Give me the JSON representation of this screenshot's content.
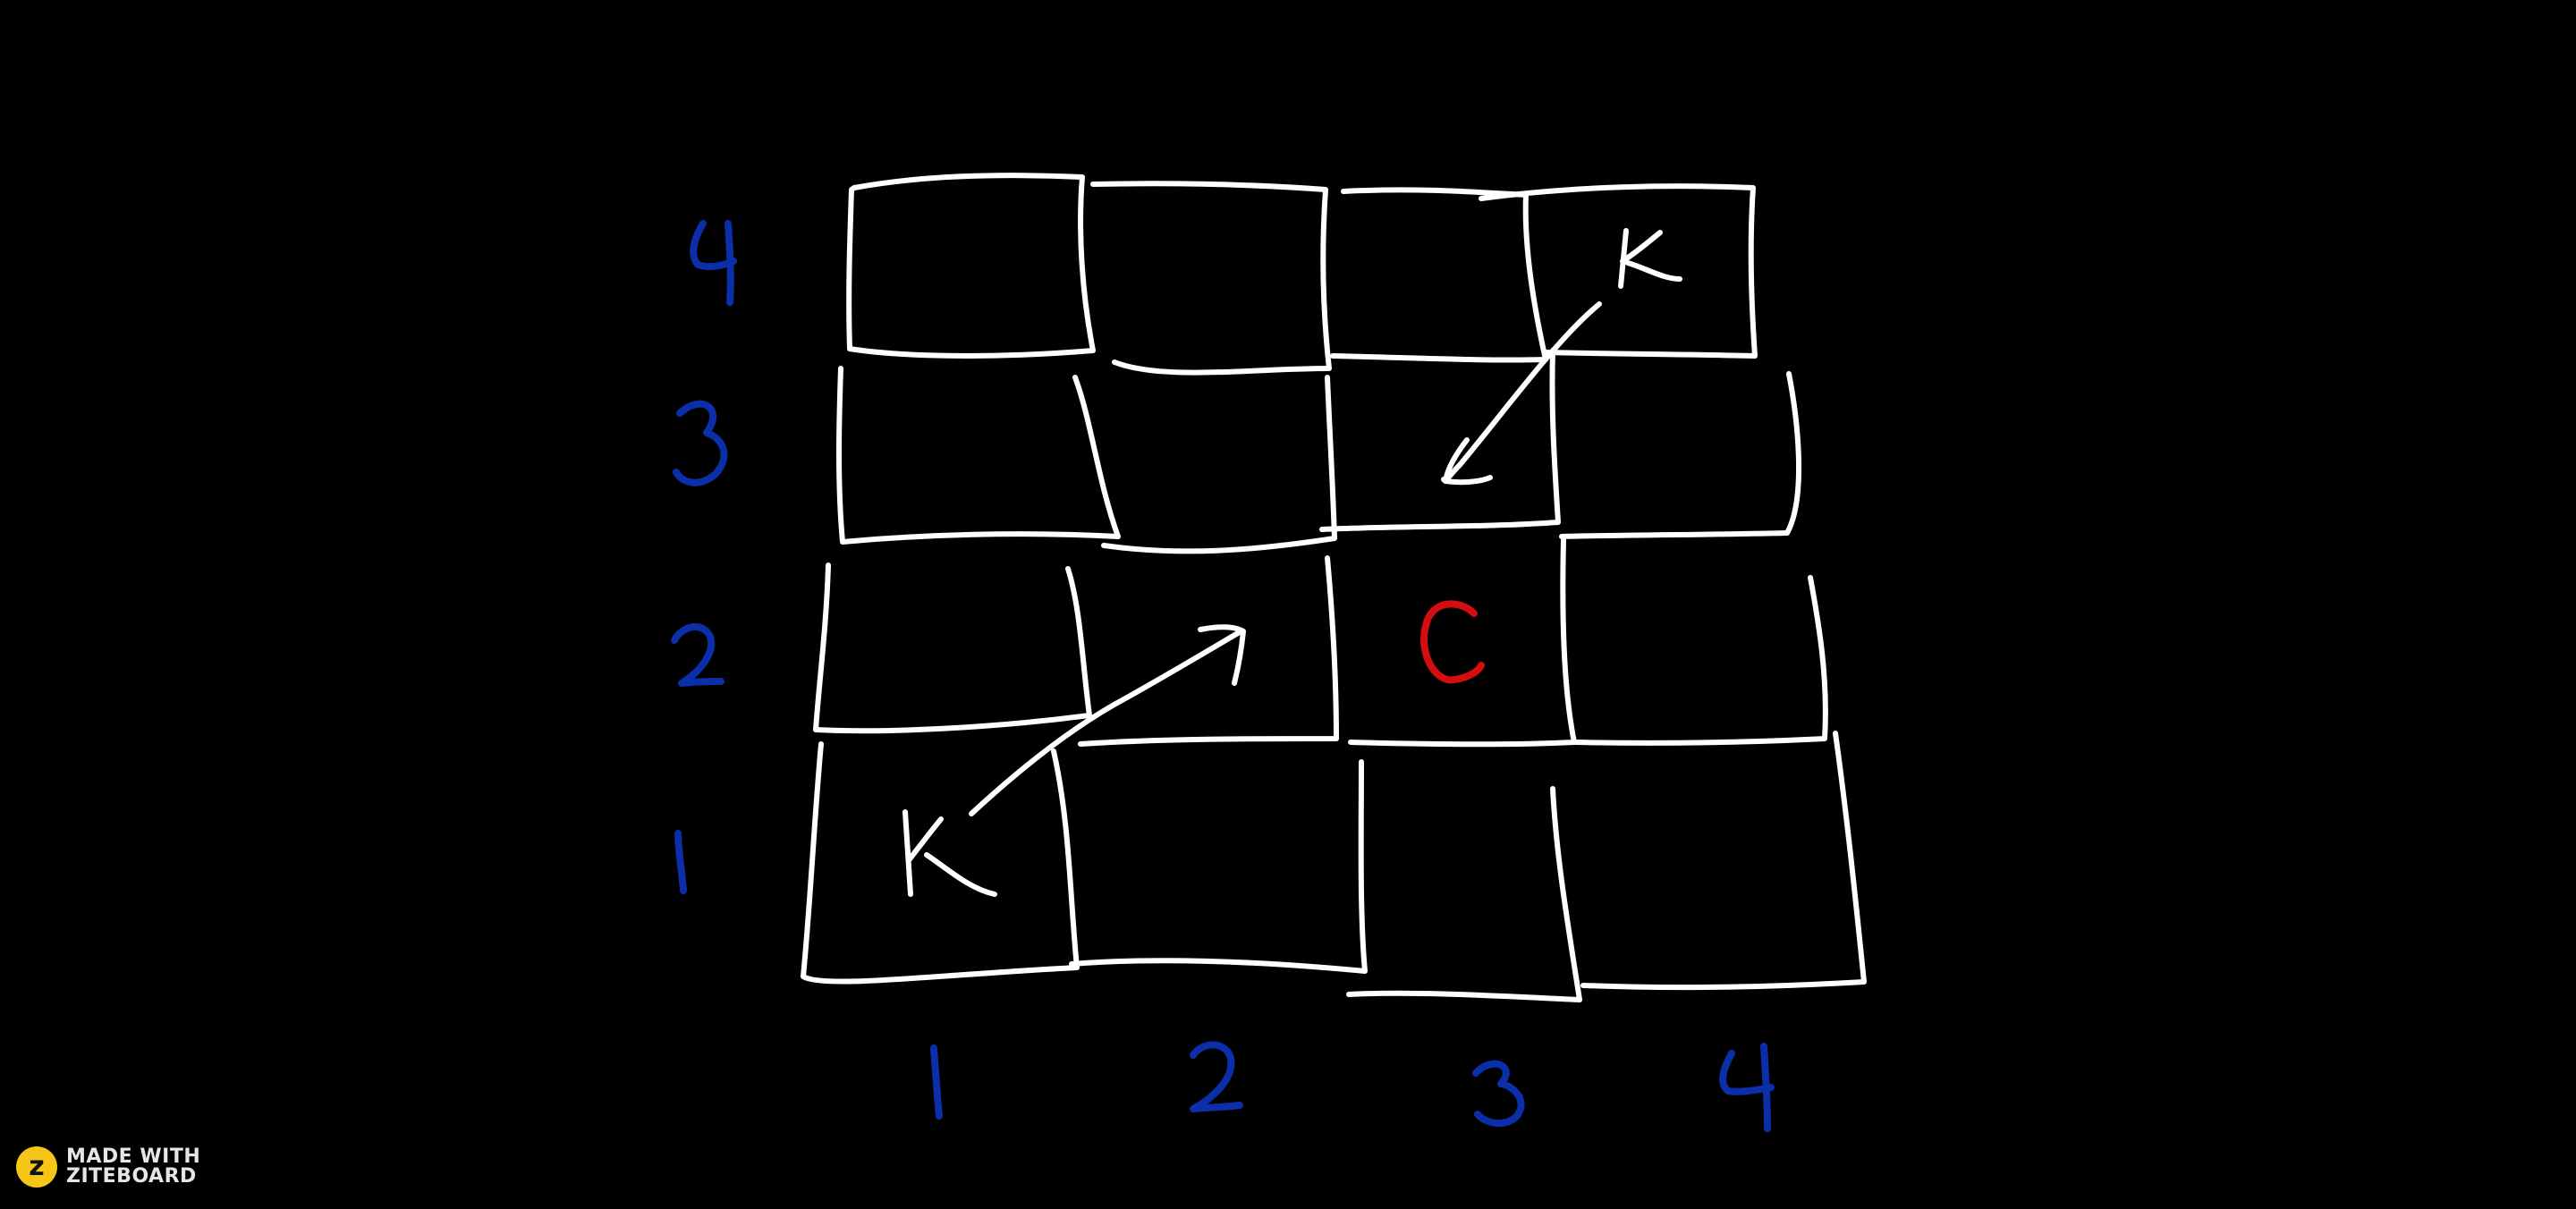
{
  "board": {
    "background": "#000000",
    "row_labels": [
      "4",
      "3",
      "2",
      "1"
    ],
    "col_labels": [
      "1",
      "2",
      "3",
      "4"
    ],
    "pieces": [
      {
        "symbol": "K",
        "color": "#ffffff",
        "square": "4,4"
      },
      {
        "symbol": "K",
        "color": "#ffffff",
        "square": "1,1"
      },
      {
        "symbol": "C",
        "color": "#d40e0e",
        "square": "3,2"
      }
    ],
    "arrows": [
      {
        "from": "4,4",
        "to": "3,3"
      },
      {
        "from": "1,1",
        "to": "2,2"
      }
    ],
    "label_color": "#0a2fa8",
    "grid_color": "#ffffff"
  },
  "brand": {
    "line1": "MADE WITH",
    "line2": "ZITEBOARD",
    "logo_letter": "z",
    "logo_color": "#f5c518"
  }
}
